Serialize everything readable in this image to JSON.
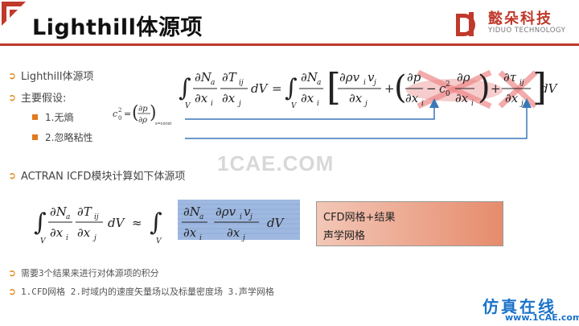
{
  "slide": {
    "title": "Lighthill体源项",
    "brand": {
      "name": "懿朵科技",
      "subtitle": "YIDUO TECHNOLOGY"
    },
    "bullets": [
      {
        "text": "Lighthill体源项"
      },
      {
        "text": "主要假设:"
      }
    ],
    "assumptions": [
      {
        "text": "1.无熵"
      },
      {
        "text": "2.忽略粘性"
      }
    ],
    "sound_speed_note": "s=const",
    "actran_bullet": "ACTRAN ICFD模块计算如下体源项",
    "cfd_box": {
      "line1": "CFD网格+结果",
      "line2": "声学网格"
    },
    "bottom_bullets": [
      {
        "text": "需要3个结果来进行对体源项的积分"
      },
      {
        "text": "1.CFD网格 2.时域内的速度矢量场以及标量密度场 3.声学网格"
      }
    ],
    "watermark": "1CAE.COM",
    "footer": {
      "logo": "仿真在线",
      "url": "www.1CAE.com"
    },
    "colors": {
      "accent": "#c0392b",
      "bullet": "#e08a1e",
      "link": "#1a73c9",
      "highlight": "#9fb8e0"
    }
  }
}
